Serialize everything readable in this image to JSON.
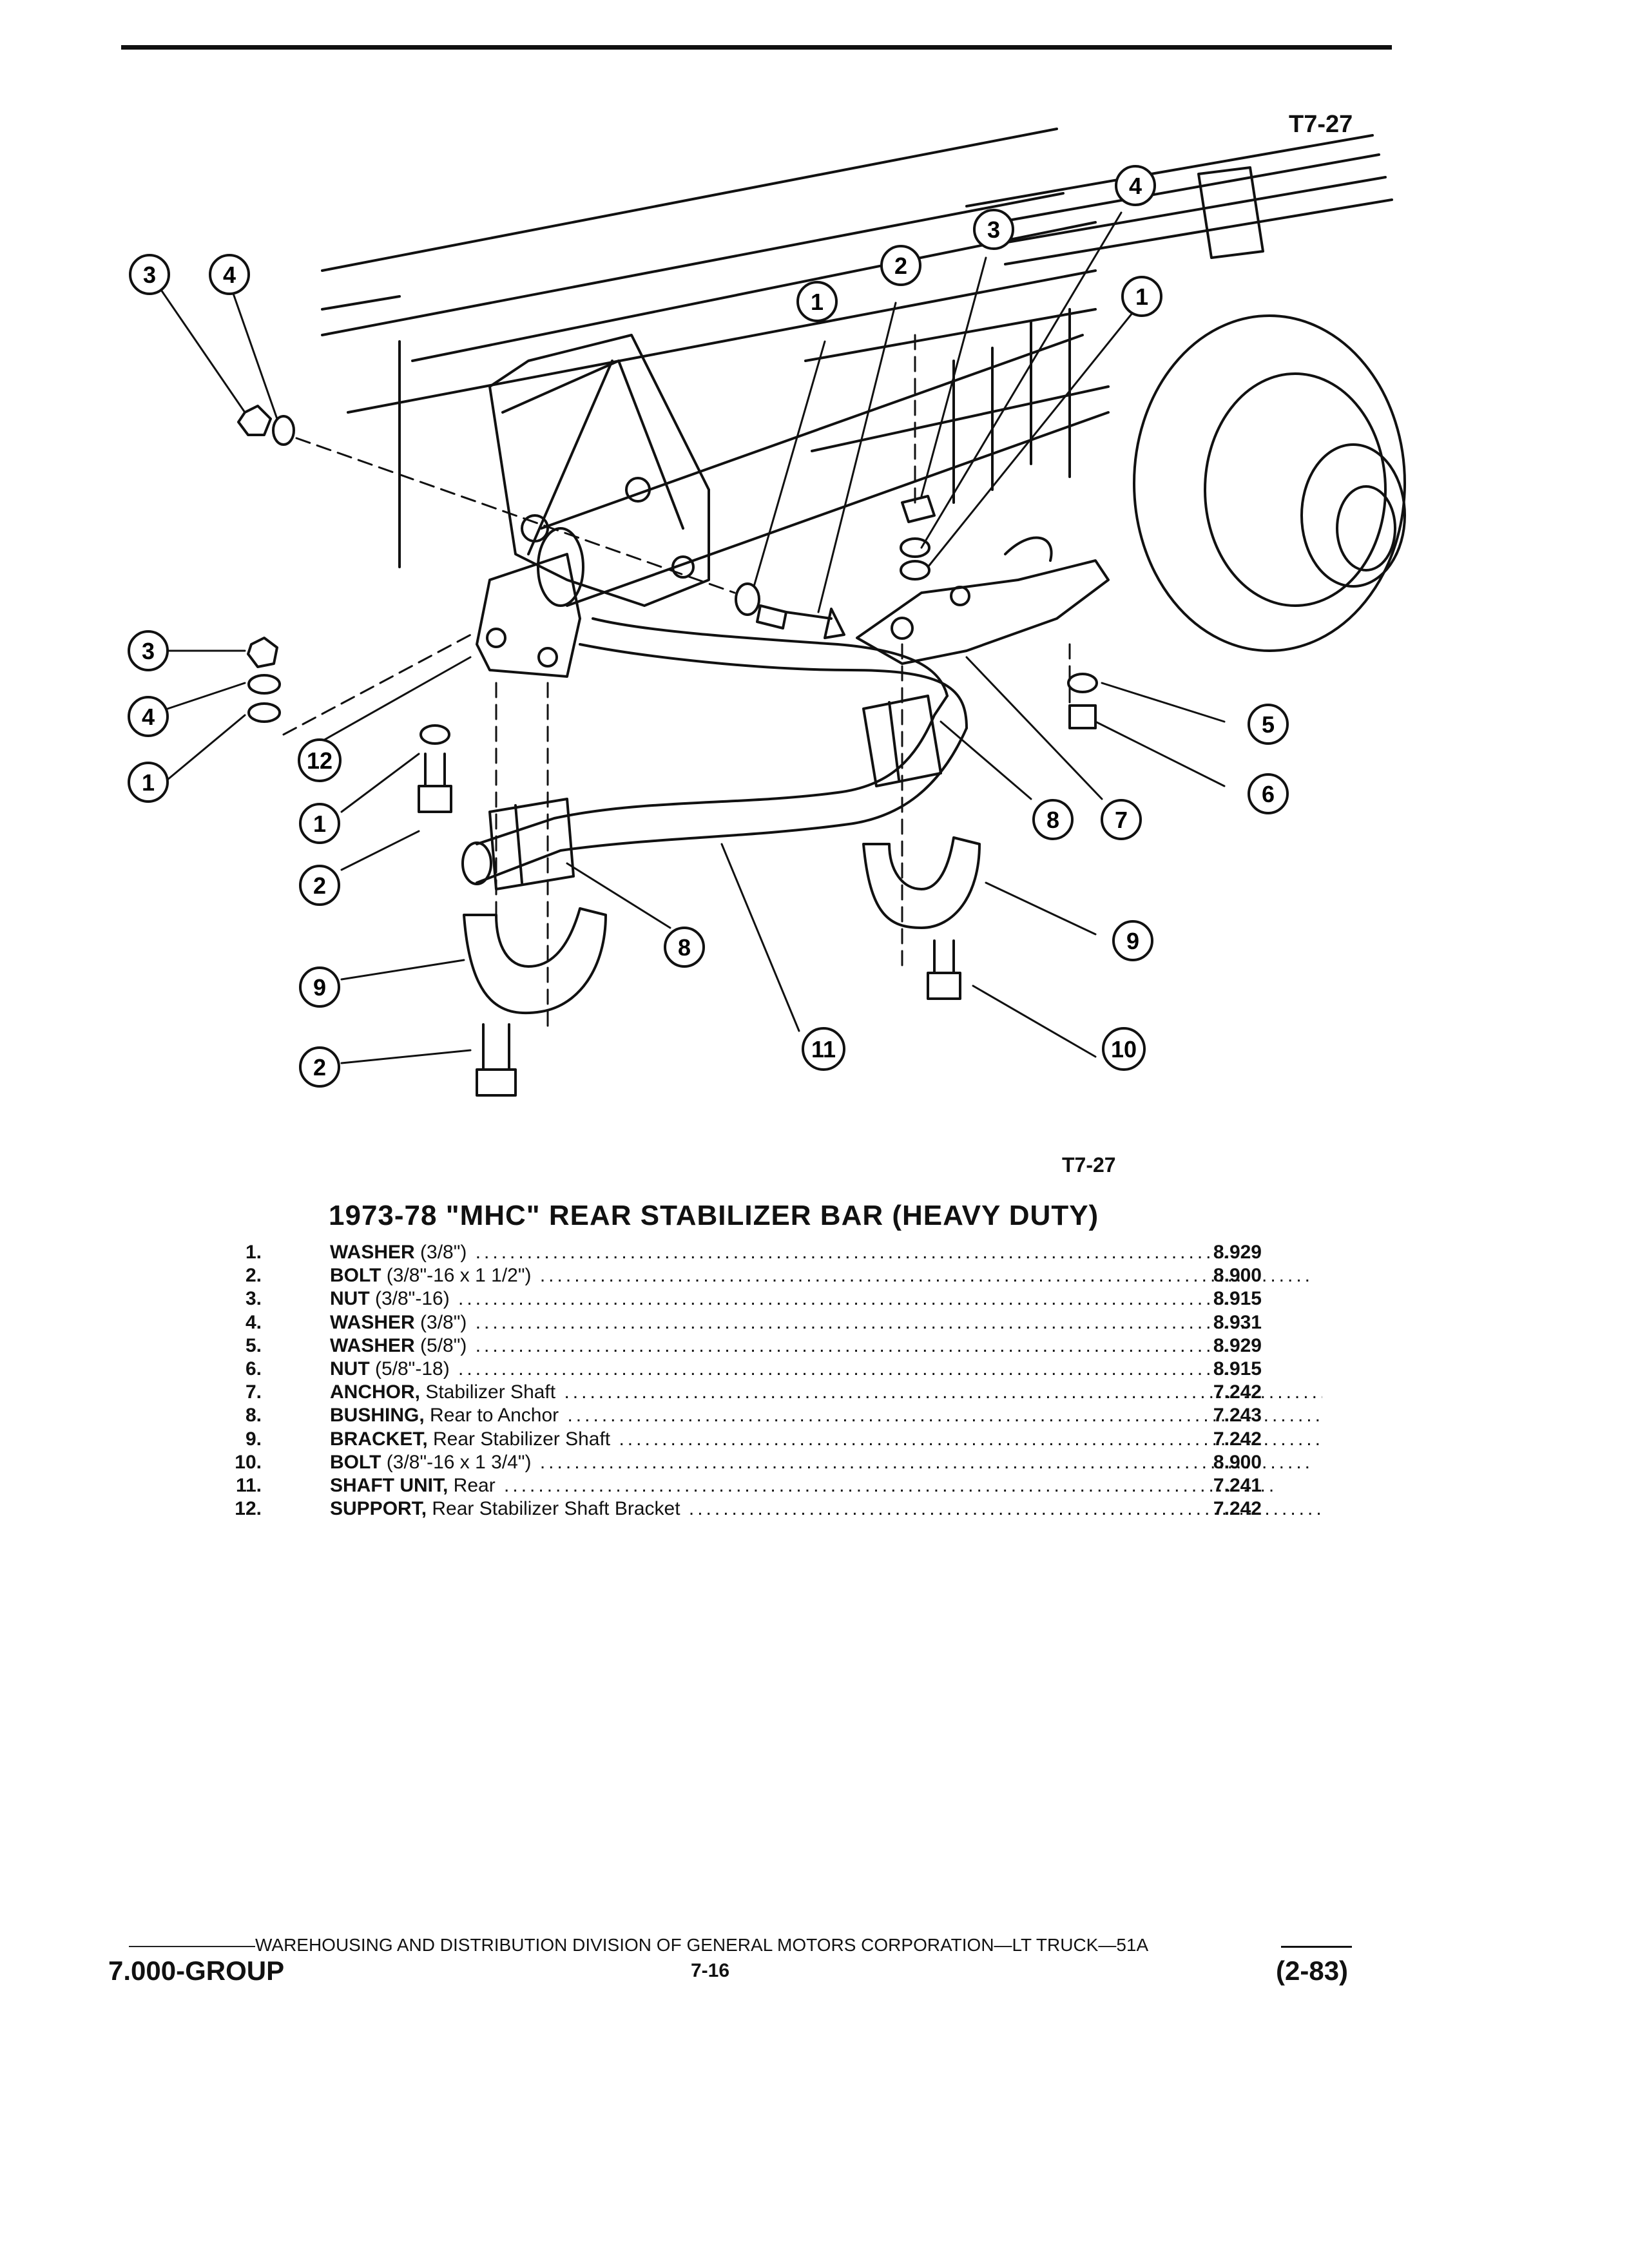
{
  "figure_code": "T7-27",
  "parts_table": {
    "title": "1973-78 \"MHC\" REAR STABILIZER BAR (HEAVY DUTY)",
    "items": [
      {
        "num": "1.",
        "name": "WASHER",
        "spec": " (3/8\")",
        "part": "8.929"
      },
      {
        "num": "2.",
        "name": "BOLT",
        "spec": " (3/8\"-16 x 1 1/2\")",
        "part": "8.900"
      },
      {
        "num": "3.",
        "name": "NUT",
        "spec": " (3/8\"-16)",
        "part": "8.915"
      },
      {
        "num": "4.",
        "name": "WASHER",
        "spec": " (3/8\")",
        "part": "8.931"
      },
      {
        "num": "5.",
        "name": "WASHER",
        "spec": " (5/8\")",
        "part": "8.929"
      },
      {
        "num": "6.",
        "name": "NUT",
        "spec": " (5/8\"-18)",
        "part": "8.915"
      },
      {
        "num": "7.",
        "name": "ANCHOR,",
        "spec": " Stabilizer Shaft",
        "part": "7.242"
      },
      {
        "num": "8.",
        "name": "BUSHING,",
        "spec": " Rear to Anchor",
        "part": "7.243"
      },
      {
        "num": "9.",
        "name": "BRACKET,",
        "spec": " Rear Stabilizer Shaft",
        "part": "7.242"
      },
      {
        "num": "10.",
        "name": "BOLT",
        "spec": " (3/8\"-16 x 1 3/4\")",
        "part": "8.900"
      },
      {
        "num": "11.",
        "name": "SHAFT UNIT,",
        "spec": " Rear",
        "part": "7.241"
      },
      {
        "num": "12.",
        "name": "SUPPORT,",
        "spec": " Rear Stabilizer Shaft Bracket",
        "part": "7.242"
      }
    ]
  },
  "callouts": [
    "3",
    "4",
    "1",
    "2",
    "3",
    "4",
    "1",
    "3",
    "4",
    "1",
    "12",
    "1",
    "2",
    "9",
    "2",
    "8",
    "11",
    "8",
    "7",
    "5",
    "6",
    "9",
    "10"
  ],
  "footer": {
    "line": "WAREHOUSING AND DISTRIBUTION  DIVISION OF GENERAL MOTORS CORPORATION—LT TRUCK—51A",
    "group": "7.000-GROUP",
    "page": "7-16",
    "date": "(2-83)"
  }
}
